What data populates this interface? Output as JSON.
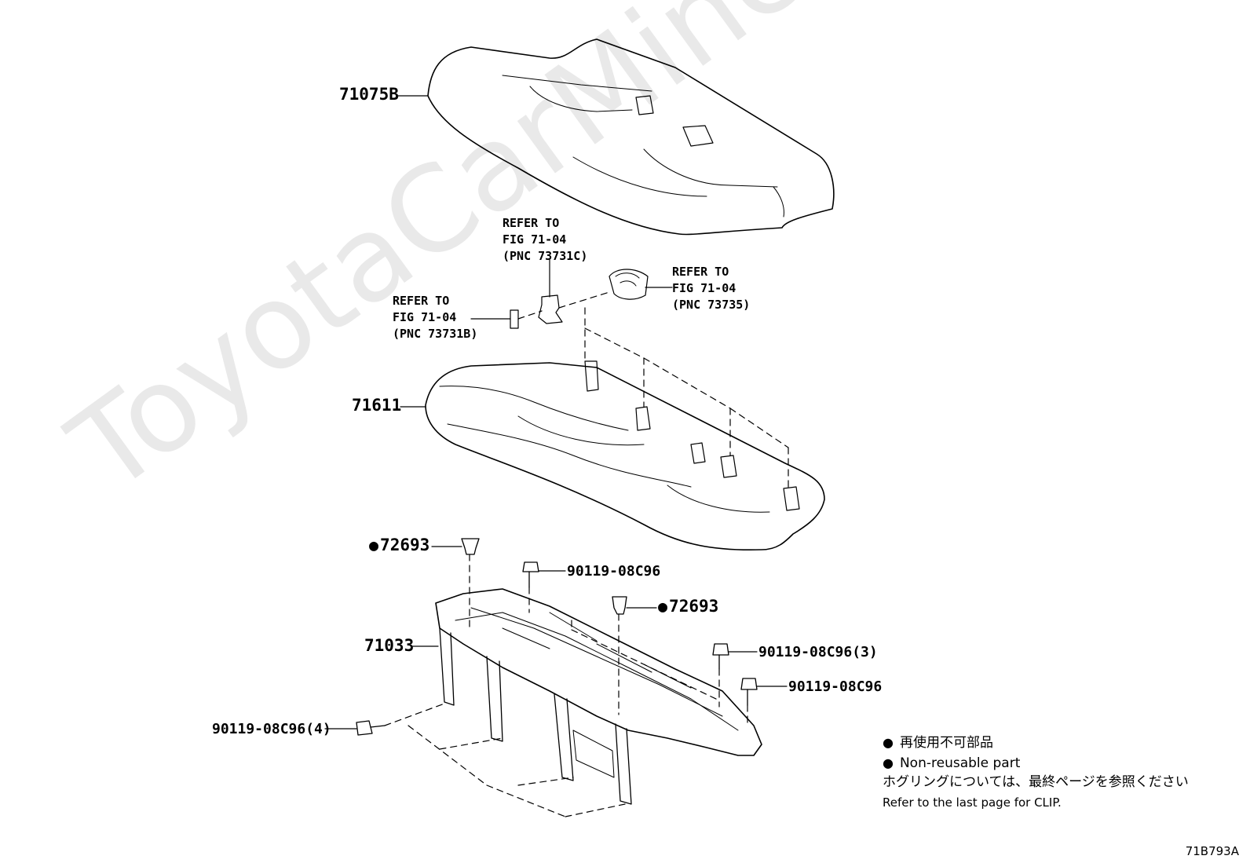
{
  "watermark": "ToyotaCarMine.ru",
  "parts": {
    "cushion_cover": "71075B",
    "cushion_pad": "71611",
    "frame": "71033",
    "clip_a": "72693",
    "clip_b": "72693",
    "bolt_1": "90119-08C96",
    "bolt_3": "90119-08C96(3)",
    "bolt_single": "90119-08C96",
    "bolt_4": "90119-08C96(4)"
  },
  "refers": {
    "c": {
      "line1": "REFER TO",
      "line2": "FIG 71-04",
      "line3": "(PNC 73731C)"
    },
    "b": {
      "line1": "REFER TO",
      "line2": "FIG 71-04",
      "line3": "(PNC 73731B)"
    },
    "d": {
      "line1": "REFER TO",
      "line2": "FIG 71-04",
      "line3": "(PNC 73735)"
    }
  },
  "legend": {
    "jp_nonreusable": "再使用不可部品",
    "en_nonreusable": "Non-reusable part",
    "jp_clip_note": "ホグリングについては、最終ページを参照ください",
    "en_clip_note": "Refer to the last page for CLIP."
  },
  "figure_code": "71B793A"
}
